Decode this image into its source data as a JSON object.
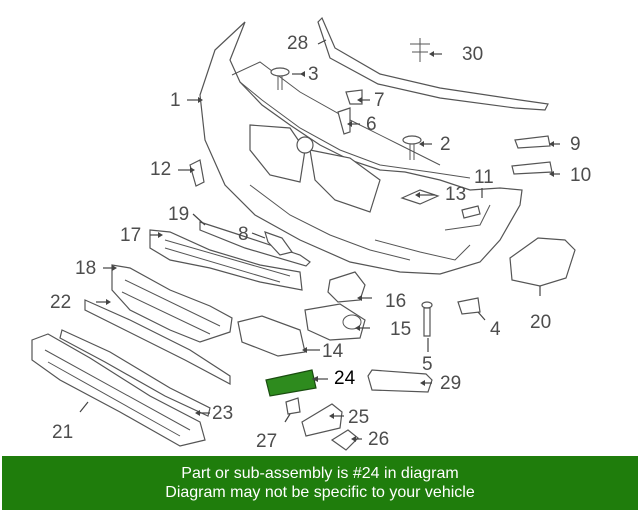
{
  "diagram": {
    "callouts": {
      "c1": "1",
      "c2": "2",
      "c3": "3",
      "c4": "4",
      "c5": "5",
      "c6": "6",
      "c7": "7",
      "c8": "8",
      "c9": "9",
      "c10": "10",
      "c11": "11",
      "c12": "12",
      "c13": "13",
      "c14": "14",
      "c15": "15",
      "c16": "16",
      "c17": "17",
      "c18": "18",
      "c19": "19",
      "c20": "20",
      "c21": "21",
      "c22": "22",
      "c23": "23",
      "c24": "24",
      "c25": "25",
      "c26": "26",
      "c27": "27",
      "c28": "28",
      "c29": "29",
      "c30": "30"
    },
    "highlighted_part": "24",
    "highlight_color": "#2e8b1e"
  },
  "banner": {
    "line1": "Part or sub-assembly is #24 in diagram",
    "line2": "Diagram may not be specific to your vehicle",
    "background": "#1f7d0c"
  }
}
